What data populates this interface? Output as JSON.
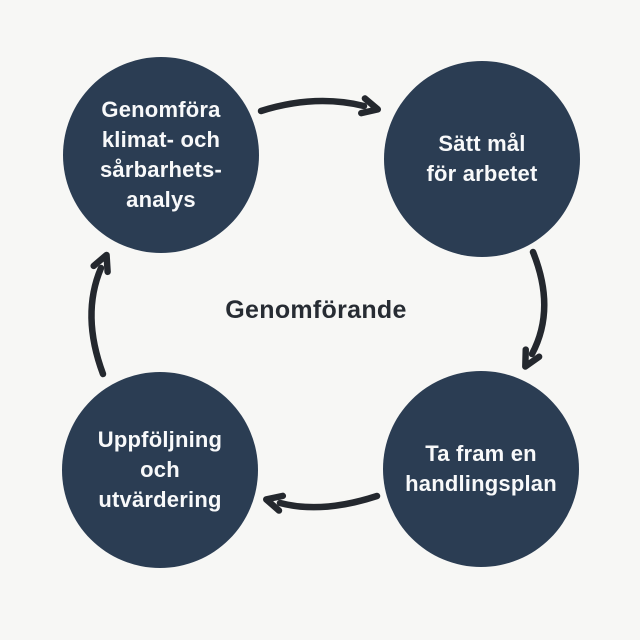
{
  "diagram": {
    "center_label": "Genomförande",
    "nodes": [
      {
        "id": "klimat-sarbarhetsanalys",
        "label": "Genomföra\nklimat- och\nsårbarhets-\nanalys",
        "position": "top-left"
      },
      {
        "id": "satt-mal",
        "label": "Sätt mål\nför arbetet",
        "position": "top-right"
      },
      {
        "id": "ta-fram-handlingsplan",
        "label": "Ta fram en\nhandlingsplan",
        "position": "bottom-right"
      },
      {
        "id": "uppfoljning-utvardering",
        "label": "Uppföljning\noch\nutvärdering",
        "position": "bottom-left"
      }
    ],
    "arrows": [
      {
        "name": "arrow-top",
        "from": "klimat-sarbarhetsanalys",
        "to": "satt-mal"
      },
      {
        "name": "arrow-right",
        "from": "satt-mal",
        "to": "ta-fram-handlingsplan"
      },
      {
        "name": "arrow-bottom",
        "from": "ta-fram-handlingsplan",
        "to": "uppfoljning-utvardering"
      },
      {
        "name": "arrow-left",
        "from": "uppfoljning-utvardering",
        "to": "klimat-sarbarhetsanalys"
      }
    ]
  },
  "colors": {
    "background": "#f7f7f5",
    "node_fill": "#2b3d53",
    "node_text": "#f8f9fa",
    "arrow": "#24282e",
    "center_text": "#272c33"
  }
}
